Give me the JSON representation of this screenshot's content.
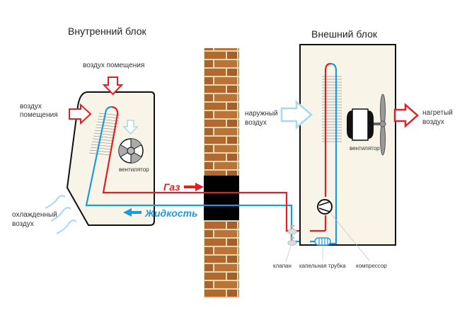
{
  "indoor_unit": {
    "title": "Внутренний блок",
    "air_top_label": "воздух помещения",
    "air_side_label_line1": "воздух",
    "air_side_label_line2": "помещения",
    "fan_label": "вентилятор",
    "cooled_air_line1": "охлажденный",
    "cooled_air_line2": "воздух"
  },
  "pipes": {
    "gas_label": "Газ",
    "liquid_label": "Жидкость",
    "gas_color": "#e31e24",
    "liquid_color": "#1a9be0"
  },
  "outdoor_unit": {
    "title": "Внешний блок",
    "outside_air_line1": "наружный",
    "outside_air_line2": "воздух",
    "heated_air_line1": "нагретый",
    "heated_air_line2": "воздух",
    "fan_label": "вентилятор",
    "valve_label": "клапан",
    "capillary_label": "капельная трубка",
    "compressor_label": "компрессор"
  },
  "colors": {
    "unit_fill": "#f8f5e8",
    "hot": "#e31e24",
    "cold": "#1a9be0",
    "cold_light": "#a8d8ee",
    "brick": "#b06a35",
    "mortar": "#e8dcb0"
  }
}
